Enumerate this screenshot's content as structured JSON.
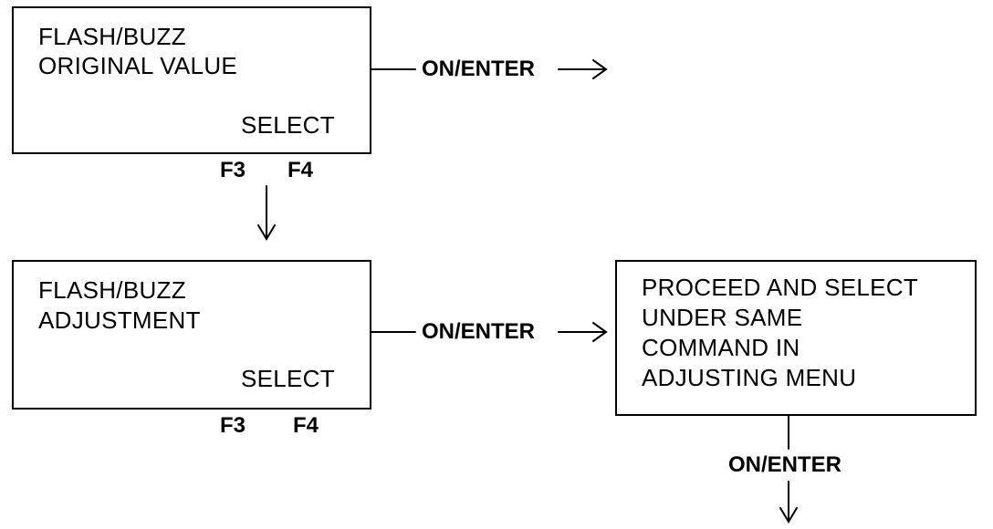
{
  "box1": {
    "lines": [
      "FLASH/BUZZ",
      "ORIGINAL VALUE"
    ],
    "select": "SELECT",
    "keys": [
      "F3",
      "F4"
    ]
  },
  "box2": {
    "lines": [
      "FLASH/BUZZ",
      "ADJUSTMENT"
    ],
    "select": "SELECT",
    "keys": [
      "F3",
      "F4"
    ]
  },
  "box3": {
    "lines": [
      "PROCEED AND SELECT",
      "UNDER SAME",
      "COMMAND IN",
      "ADJUSTING MENU"
    ]
  },
  "edges": {
    "box1_out": "ON/ENTER",
    "box2_to_box3": "ON/ENTER",
    "box3_down": "ON/ENTER"
  },
  "colors": {
    "ink": "#000000",
    "paper": "#ffffff"
  }
}
